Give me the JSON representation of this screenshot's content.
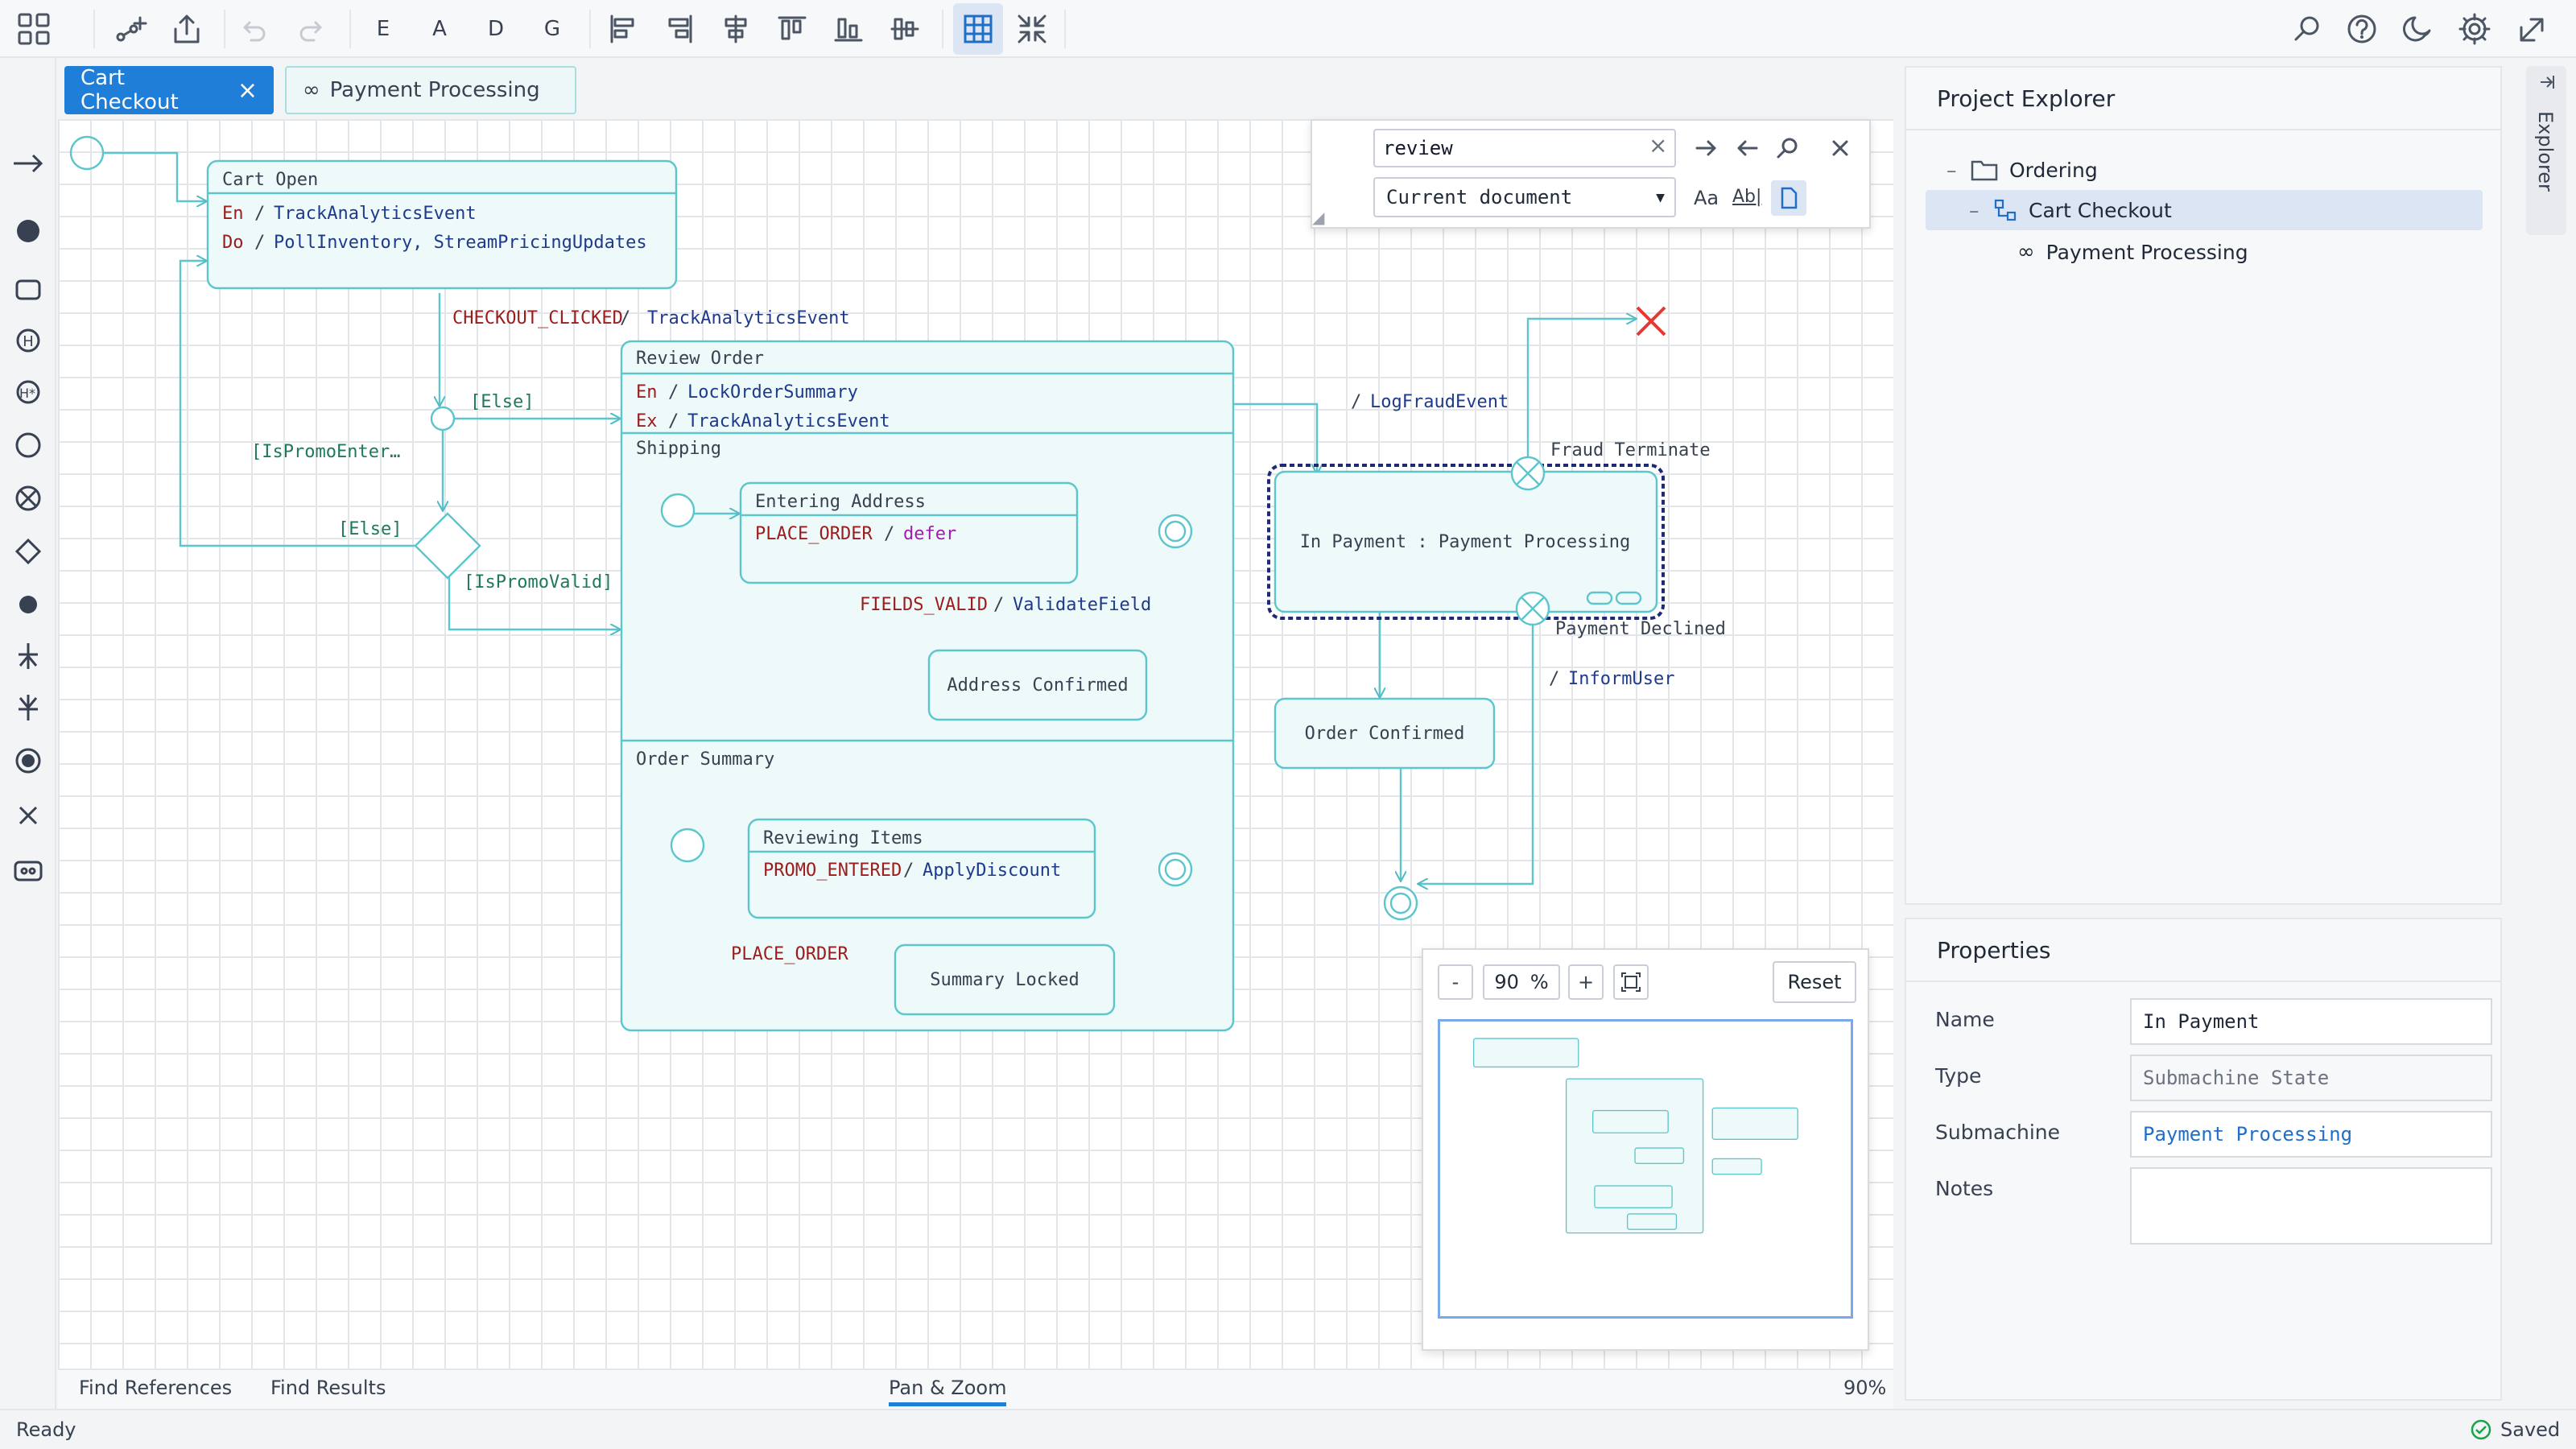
{
  "toolbar": {
    "letters": [
      "E",
      "A",
      "D",
      "G"
    ]
  },
  "tabs": [
    {
      "label": "Cart Checkout",
      "close": "×"
    },
    {
      "label": "Payment Processing",
      "icon": "∞"
    }
  ],
  "find": {
    "query": "review",
    "scope": "Current document",
    "match_case": "Aa",
    "whole_word": "Ab|"
  },
  "diagram": {
    "cart_open": {
      "title": "Cart Open",
      "entry": "En",
      "entry_action": "TrackAnalyticsEvent",
      "do": "Do",
      "do_action": "PollInventory, StreamPricingUpdates"
    },
    "t_checkout_event": "CHECKOUT_CLICKED",
    "t_checkout_action": "TrackAnalyticsEvent",
    "guard_else1": "[Else]",
    "guard_promo_enter": "[IsPromoEnter…",
    "guard_else2": "[Else]",
    "guard_promo_valid": "[IsPromoValid]",
    "review_order": {
      "title": "Review Order",
      "entry": "En",
      "entry_action": "LockOrderSummary",
      "exit": "Ex",
      "exit_action": "TrackAnalyticsEvent"
    },
    "shipping": "Shipping",
    "entering_address": {
      "title": "Entering Address",
      "event": "PLACE_ORDER",
      "action": "defer"
    },
    "t_fields_event": "FIELDS_VALID",
    "t_fields_action": "ValidateField",
    "address_confirmed": "Address Confirmed",
    "order_summary": "Order Summary",
    "reviewing_items": {
      "title": "Reviewing Items",
      "event": "PROMO_ENTERED",
      "action": "ApplyDiscount"
    },
    "t_place_order": "PLACE_ORDER",
    "summary_locked": "Summary Locked",
    "t_log_fraud": "LogFraudEvent",
    "fraud_terminate": "Fraud Terminate",
    "in_payment": "In Payment : Payment Processing",
    "payment_declined": "Payment Declined",
    "t_inform_user": "InformUser",
    "order_confirmed": "Order Confirmed"
  },
  "bottom": {
    "find_refs": "Find References",
    "find_results": "Find Results",
    "pan_zoom": "Pan & Zoom",
    "zoom_pct": "90%"
  },
  "minimap": {
    "minus": "-",
    "zoom": "90",
    "pct": "%",
    "plus": "+",
    "reset": "Reset"
  },
  "status": {
    "left": "Ready",
    "right": "Saved"
  },
  "explorer": {
    "title": "Project Explorer",
    "tab": "Explorer",
    "tree": [
      {
        "label": "Ordering",
        "toggle": "–"
      },
      {
        "label": "Cart Checkout",
        "toggle": "–"
      },
      {
        "label": "Payment Processing",
        "icon": "∞"
      }
    ]
  },
  "properties": {
    "title": "Properties",
    "name_label": "Name",
    "name_value": "In Payment",
    "type_label": "Type",
    "type_value": "Submachine State",
    "sub_label": "Submachine",
    "sub_value": "Payment Processing",
    "notes_label": "Notes",
    "notes_value": ""
  },
  "colors": {
    "accent": "#1f7ed8",
    "state_stroke": "#5cc6cc",
    "state_fill": "#eef9f9",
    "terminate": "#e53935"
  }
}
